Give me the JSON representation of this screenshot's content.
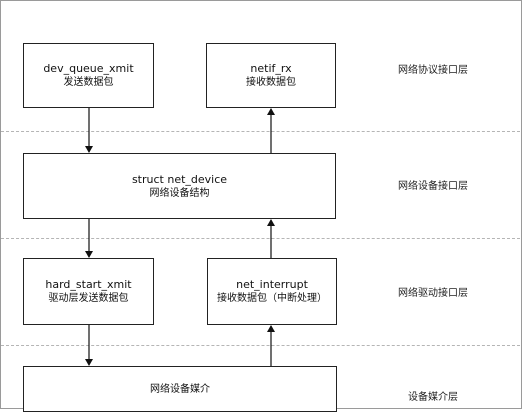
{
  "boxes": {
    "dev_queue_xmit": {
      "title": "dev_queue_xmit",
      "subtitle": "发送数据包"
    },
    "netif_rx": {
      "title": "netif_rx",
      "subtitle": "接收数据包"
    },
    "net_device": {
      "title": "struct net_device",
      "subtitle": "网络设备结构"
    },
    "hard_start_xmit": {
      "title": "hard_start_xmit",
      "subtitle": "驱动层发送数据包"
    },
    "net_interrupt": {
      "title": "net_interrupt",
      "subtitle": "接收数据包（中断处理）"
    },
    "media": {
      "title": "网络设备媒介"
    }
  },
  "layers": {
    "protocol": "网络协议接口层",
    "device_interface": "网络设备接口层",
    "driver_interface": "网络驱动接口层",
    "media": "设备媒介层"
  },
  "colors": {
    "border": "#222222",
    "dashed": "#b5b5b5",
    "arrow": "#111111"
  }
}
